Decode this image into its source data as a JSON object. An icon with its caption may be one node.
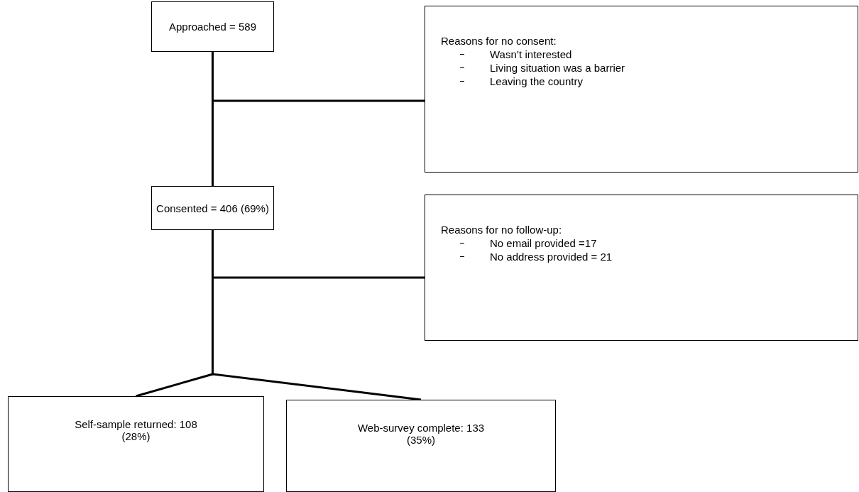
{
  "diagram": {
    "nodes": [
      {
        "text": [
          "Approached = 589"
        ]
      },
      {
        "text": [
          "Reasons for no consent:",
          "Wasn’t interested",
          "Living situation was a barrier",
          "Leaving the country"
        ]
      },
      {
        "text": [
          "Consented = 406 (69%)"
        ]
      },
      {
        "text": [
          "Reasons for no follow-up:",
          "No email provided =17",
          "No address provided = 21"
        ]
      },
      {
        "text": [
          "Self-sample returned: 108 (28%)"
        ]
      },
      {
        "text": [
          "Web-survey complete: 133 (35%)"
        ]
      }
    ],
    "edges": [
      {
        "from": 0,
        "to": 2,
        "arrow": "none"
      },
      {
        "from": 0,
        "to": 1,
        "arrow": "none"
      },
      {
        "from": 2,
        "to": 3,
        "arrow": "none"
      },
      {
        "from": 2,
        "to": 4,
        "arrow": "none"
      },
      {
        "from": 2,
        "to": 5,
        "arrow": "none"
      }
    ]
  }
}
